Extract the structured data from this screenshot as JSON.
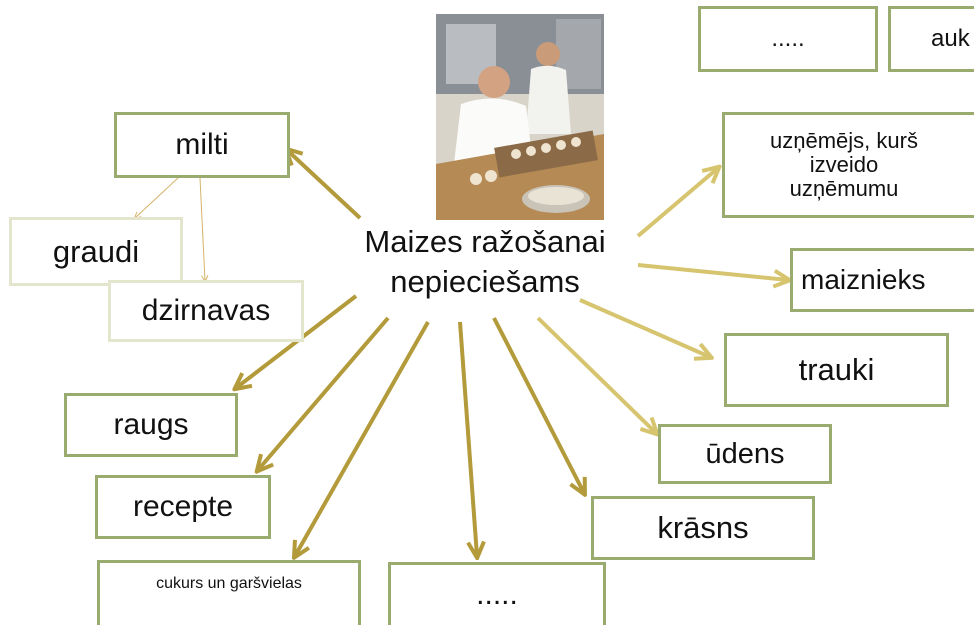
{
  "center": {
    "line1": "Maizes ražošanai",
    "line2": "nepieciešams"
  },
  "photo": {
    "subject": "bakers-kneading-dough-photo"
  },
  "colors": {
    "box_border": "#9aab6f",
    "box_border_light": "#e3e5cd",
    "arrow_dark": "#b39a3a",
    "arrow_light": "#d6c46f"
  },
  "nodes": {
    "milti": "milti",
    "graudi": "graudi",
    "dzirnavas": "dzirnavas",
    "raugs": "raugs",
    "recepte": "recepte",
    "cukurs": "cukurs un garšvielas",
    "dots_bottom": ".....",
    "krasns": "krāsns",
    "udens": "ūdens",
    "trauki": "trauki",
    "maiznieks": "maiznieks",
    "uznemejs": [
      "uzņēmējs, kurš",
      "izveido",
      "uzņēmumu"
    ],
    "dots_top": ".....",
    "auk": "auk"
  }
}
